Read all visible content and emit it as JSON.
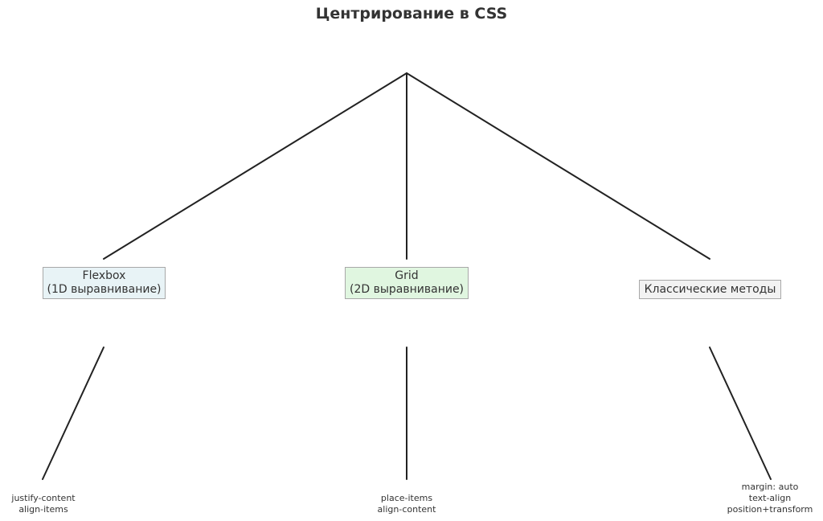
{
  "title": "Центрирование в CSS",
  "colors": {
    "flexbox_fill": "#e8f3f6",
    "grid_fill": "#e0f6e0",
    "classic_fill": "#f2f2f2",
    "border": "#a8a8a8",
    "edge": "#222222",
    "text": "#333333"
  },
  "nodes": {
    "flexbox": {
      "line1": "Flexbox",
      "line2": "(1D выравнивание)"
    },
    "grid": {
      "line1": "Grid",
      "line2": "(2D выравнивание)"
    },
    "classic": {
      "line1": "Классические методы"
    }
  },
  "leaves": {
    "flexbox": [
      "justify-content",
      "align-items"
    ],
    "grid": [
      "place-items",
      "align-content"
    ],
    "classic": [
      "margin: auto",
      "text-align",
      "position+transform"
    ]
  }
}
